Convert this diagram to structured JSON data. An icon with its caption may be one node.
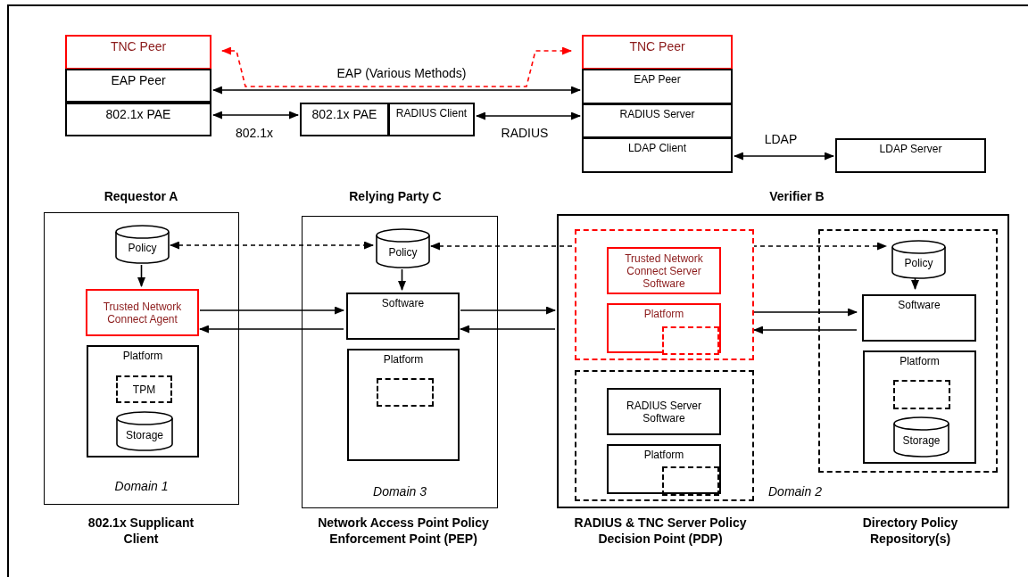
{
  "diagram": {
    "nodes": [
      {
        "text": [
          "TNC Peer"
        ]
      },
      {
        "text": [
          "EAP Peer"
        ]
      },
      {
        "text": [
          "802.1x PAE"
        ]
      },
      {
        "text": [
          "802.1x PAE"
        ]
      },
      {
        "text": [
          "RADIUS Client"
        ]
      },
      {
        "text": [
          "TNC Peer"
        ]
      },
      {
        "text": [
          "EAP Peer"
        ]
      },
      {
        "text": [
          "RADIUS Server"
        ]
      },
      {
        "text": [
          "LDAP Client"
        ]
      },
      {
        "text": [
          "LDAP Server"
        ]
      },
      {
        "text": [
          "Domain 1"
        ]
      },
      {
        "text": [
          "Policy"
        ],
        "in": 10
      },
      {
        "text": [
          "Trusted Network Connect Agent"
        ],
        "in": 10
      },
      {
        "text": [
          "Platform"
        ],
        "in": 10
      },
      {
        "text": [
          "TPM"
        ],
        "in": 13
      },
      {
        "text": [
          "Storage"
        ],
        "in": 13
      },
      {
        "text": [
          "Domain 3"
        ]
      },
      {
        "text": [
          "Policy"
        ],
        "in": 16
      },
      {
        "text": [
          "Software"
        ],
        "in": 16
      },
      {
        "text": [
          "Platform"
        ],
        "in": 16
      },
      {
        "text": [],
        "shape": "box",
        "in": 19
      },
      {
        "text": [
          "Domain 2"
        ]
      },
      {
        "text": [],
        "shape": "box",
        "in": 21
      },
      {
        "text": [
          "Trusted Network Connect Server Software"
        ],
        "in": 22
      },
      {
        "text": [
          "Platform"
        ],
        "in": 22
      },
      {
        "text": [],
        "shape": "box",
        "in": 24
      },
      {
        "text": [],
        "shape": "box",
        "in": 21
      },
      {
        "text": [
          "RADIUS Server Software"
        ],
        "in": 26
      },
      {
        "text": [
          "Platform"
        ],
        "in": 26
      },
      {
        "text": [],
        "shape": "box",
        "in": 28
      },
      {
        "text": [],
        "shape": "box",
        "in": 21
      },
      {
        "text": [
          "Policy"
        ],
        "in": 30
      },
      {
        "text": [
          "Software"
        ],
        "in": 30
      },
      {
        "text": [
          "Platform"
        ],
        "in": 30
      },
      {
        "text": [],
        "shape": "box",
        "in": 33
      },
      {
        "text": [
          "Storage"
        ],
        "in": 33
      }
    ],
    "edges": [
      {
        "from": 1,
        "to": 6,
        "arrow": "both",
        "label": "EAP (Various Methods)"
      },
      {
        "from": 0,
        "to": 5,
        "arrow": "both",
        "style": "dashed",
        "color": "#ff0000"
      },
      {
        "from": 2,
        "to": 3,
        "arrow": "both",
        "label": "802.1x"
      },
      {
        "from": 4,
        "to": 7,
        "arrow": "both",
        "label": "RADIUS"
      },
      {
        "from": 8,
        "to": 9,
        "arrow": "both",
        "label": "LDAP"
      },
      {
        "from": 11,
        "to": 17,
        "arrow": "both",
        "style": "dashed"
      },
      {
        "from": 17,
        "to": 31,
        "arrow": "both",
        "style": "dashed"
      },
      {
        "from": 11,
        "to": 12,
        "arrow": "to"
      },
      {
        "from": 17,
        "to": 18,
        "arrow": "to"
      },
      {
        "from": 31,
        "to": 32,
        "arrow": "to"
      },
      {
        "from": 12,
        "to": 18,
        "arrow": "to"
      },
      {
        "from": 18,
        "to": 12,
        "arrow": "to"
      },
      {
        "from": 18,
        "to": 21,
        "arrow": "to"
      },
      {
        "from": 21,
        "to": 18,
        "arrow": "to"
      },
      {
        "from": 22,
        "to": 32,
        "arrow": "to"
      },
      {
        "from": 32,
        "to": 22,
        "arrow": "to"
      }
    ],
    "labels": [
      "Requestor A",
      "Relying Party C",
      "Verifier B",
      "802.1x Supplicant Client",
      "Network Access Point Policy Enforcement Point (PEP)",
      "RADIUS & TNC Server Policy Decision Point (PDP)",
      "Directory Policy Repository(s)"
    ]
  }
}
